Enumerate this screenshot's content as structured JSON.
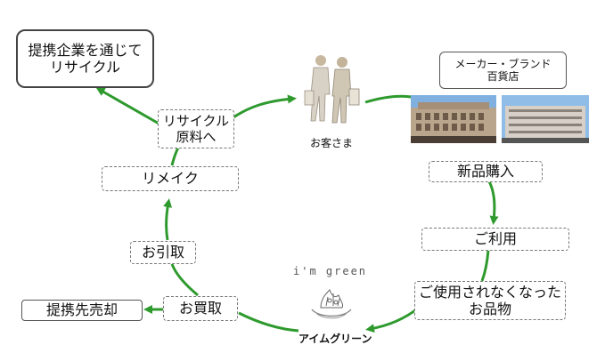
{
  "nodes": {
    "partner_recycle": "提携企業を通じて\nリサイクル",
    "maker_brand": "メーカー・ブランド\n百貨店",
    "customer": "お客さま",
    "recycle_material": "リサイクル\n原料へ",
    "new_purchase": "新品購入",
    "remake": "リメイク",
    "use": "ご利用",
    "pickup": "お引取",
    "no_longer_used": "ご使用されなくなった\nお品物",
    "sell_partner": "提携先売却",
    "buyback": "お買取",
    "brand_logo_text": "i'm green",
    "brand_name": "アイムグリーン"
  },
  "colors": {
    "arrow_green": "#2e9a2e",
    "dashed_border": "#777777",
    "sky": "#7fb0e0"
  },
  "icons": [
    "shoppers-illustration",
    "department-store-photo",
    "recycle-hands-logo"
  ]
}
